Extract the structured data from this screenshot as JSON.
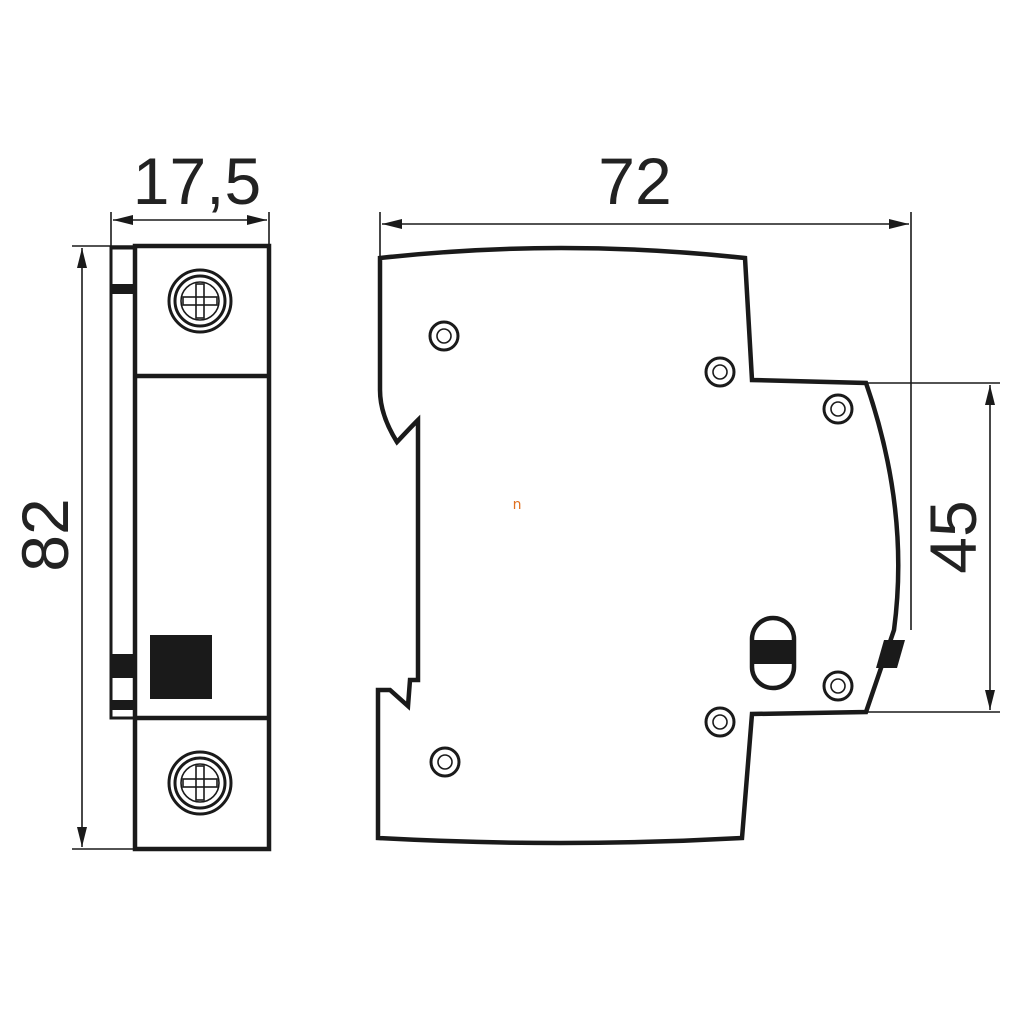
{
  "dimensions": {
    "width_side": "17,5",
    "width_front": "72",
    "height_total": "82",
    "height_front": "45"
  },
  "center_mark": "n",
  "colors": {
    "line": "#1a1a1a",
    "mark": "#e07020",
    "background": "#ffffff"
  }
}
